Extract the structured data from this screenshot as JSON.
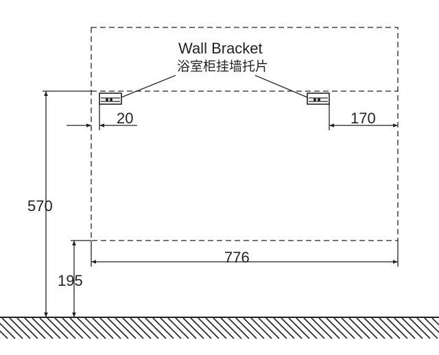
{
  "labels": {
    "title_en": "Wall Bracket",
    "title_cn": "浴室柜挂墙托片"
  },
  "dimensions": {
    "left_offset": "20",
    "right_offset": "170",
    "bracket_height": "570",
    "cabinet_bottom_height": "195",
    "cabinet_width": "776"
  },
  "colors": {
    "line": "#231f20"
  }
}
